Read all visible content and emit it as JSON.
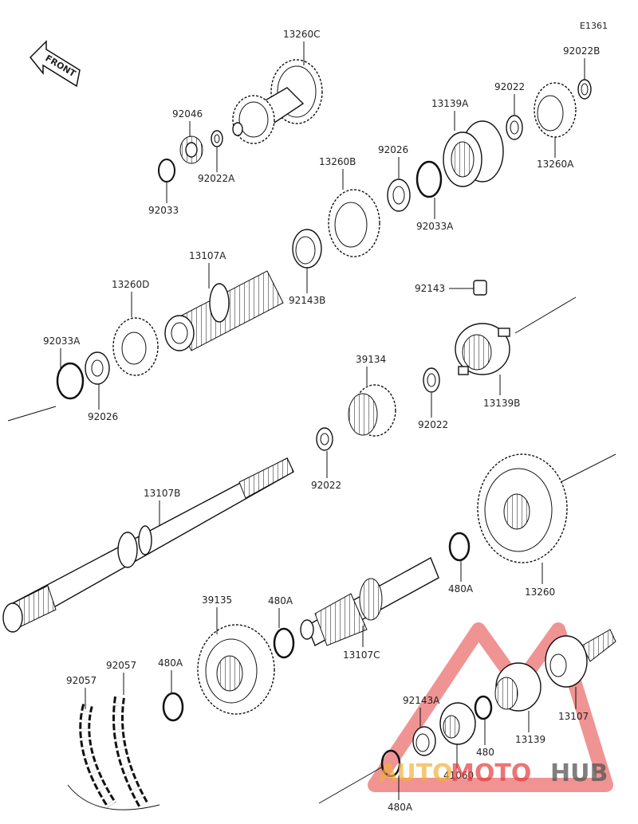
{
  "diagram_code": "E1361",
  "front_label": "FRONT",
  "watermark": {
    "part1": "AUTO",
    "part2": "MOTO",
    "part3": "HUB"
  },
  "labels": {
    "p13260C": "13260C",
    "p92022B": "92022B",
    "p92046": "92046",
    "p92022_a": "92022",
    "p13139A": "13139A",
    "p92022A": "92022A",
    "p92033_a": "92033",
    "p92026_a": "92026",
    "p13260A": "13260A",
    "p13260B": "13260B",
    "p92033A_a": "92033A",
    "p13107A": "13107A",
    "p92143B": "92143B",
    "p92143": "92143",
    "p13260D": "13260D",
    "p92033A_b": "92033A",
    "p39134": "39134",
    "p92026_b": "92026",
    "p92022_b": "92022",
    "p13139B": "13139B",
    "p92022_c": "92022",
    "p13107B": "13107B",
    "p480A_a": "480A",
    "p13260": "13260",
    "p39135": "39135",
    "p480A_b": "480A",
    "p13107C": "13107C",
    "p92057_a": "92057",
    "p92057_b": "92057",
    "p480A_c": "480A",
    "p92143A": "92143A",
    "p13107": "13107",
    "p480": "480",
    "p13139": "13139",
    "p41060": "41060",
    "p480A_d": "480A"
  }
}
